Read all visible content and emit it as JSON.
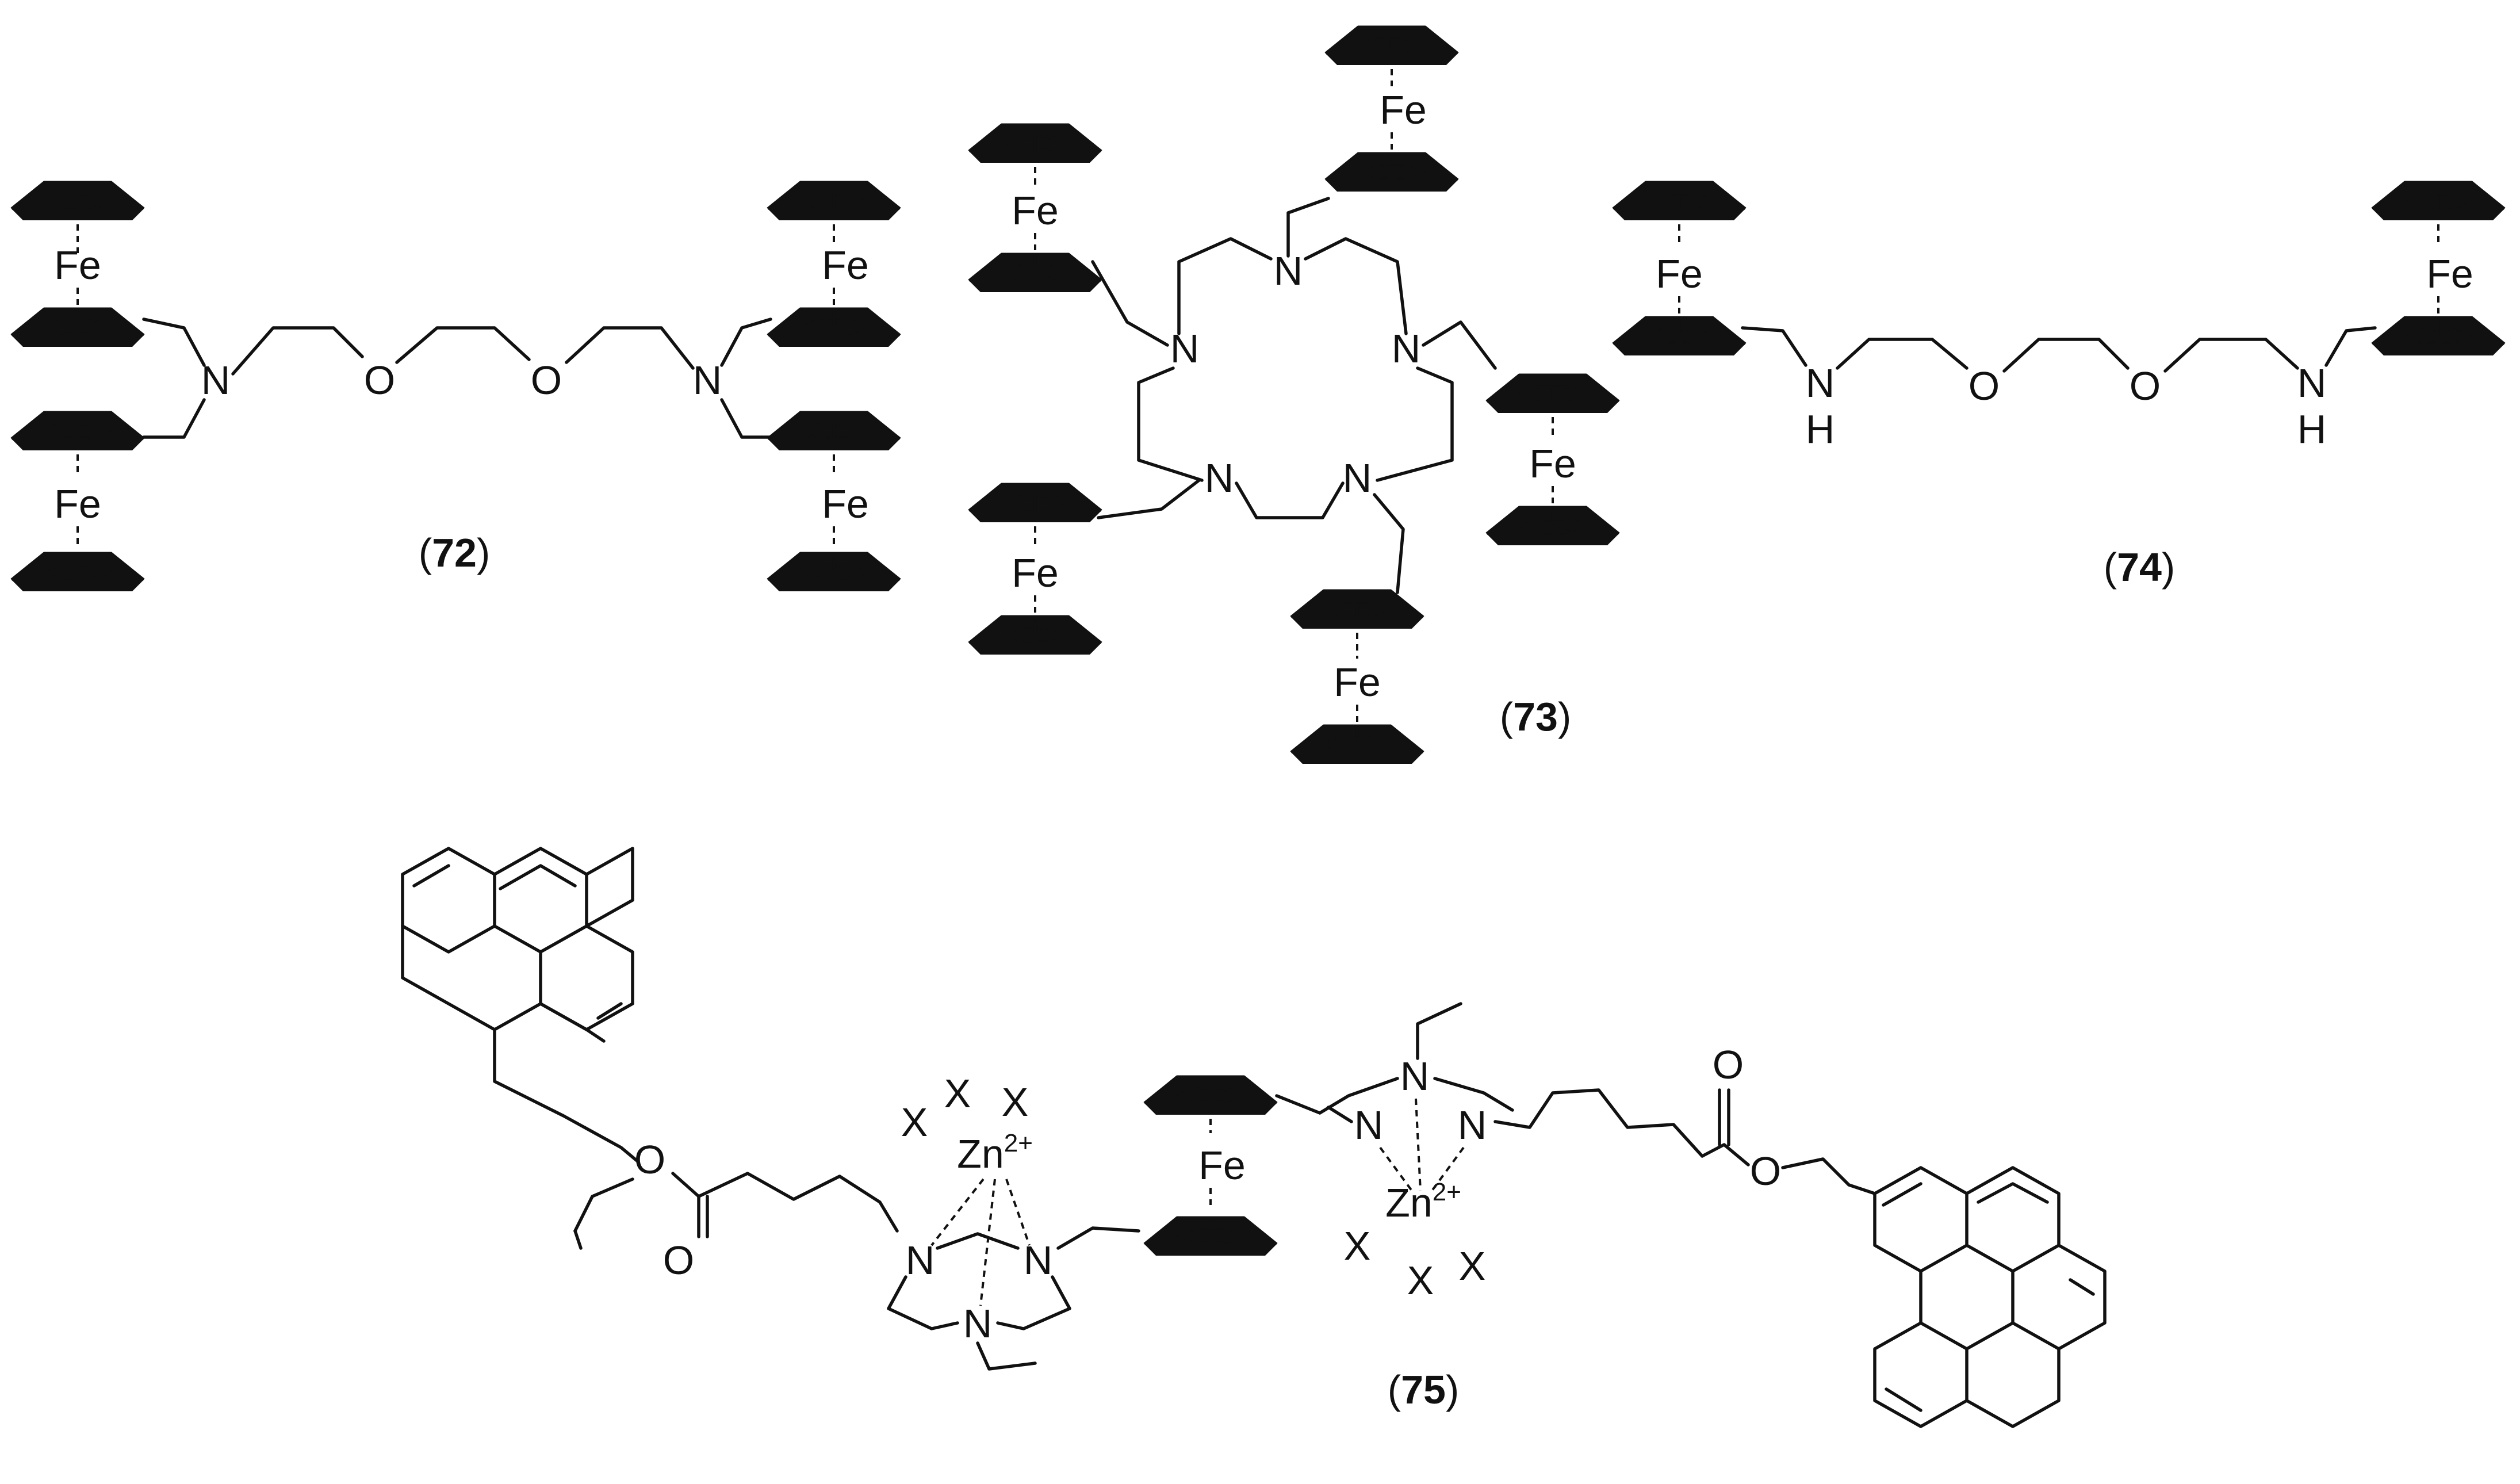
{
  "figure": {
    "background": "#ffffff",
    "ink": "#111111",
    "compounds": [
      {
        "id": "c72",
        "label": "72"
      },
      {
        "id": "c73",
        "label": "73"
      },
      {
        "id": "c74",
        "label": "74"
      },
      {
        "id": "c75",
        "label": "75"
      }
    ],
    "atoms": {
      "iron": "Fe",
      "nitrogen": "N",
      "oxygen": "O",
      "amine_n": "N",
      "amine_h": "H",
      "zinc": "Zn",
      "zinc_charge": "2+",
      "ligand": "X"
    },
    "parens": {
      "open": "(",
      "close": ")"
    }
  }
}
